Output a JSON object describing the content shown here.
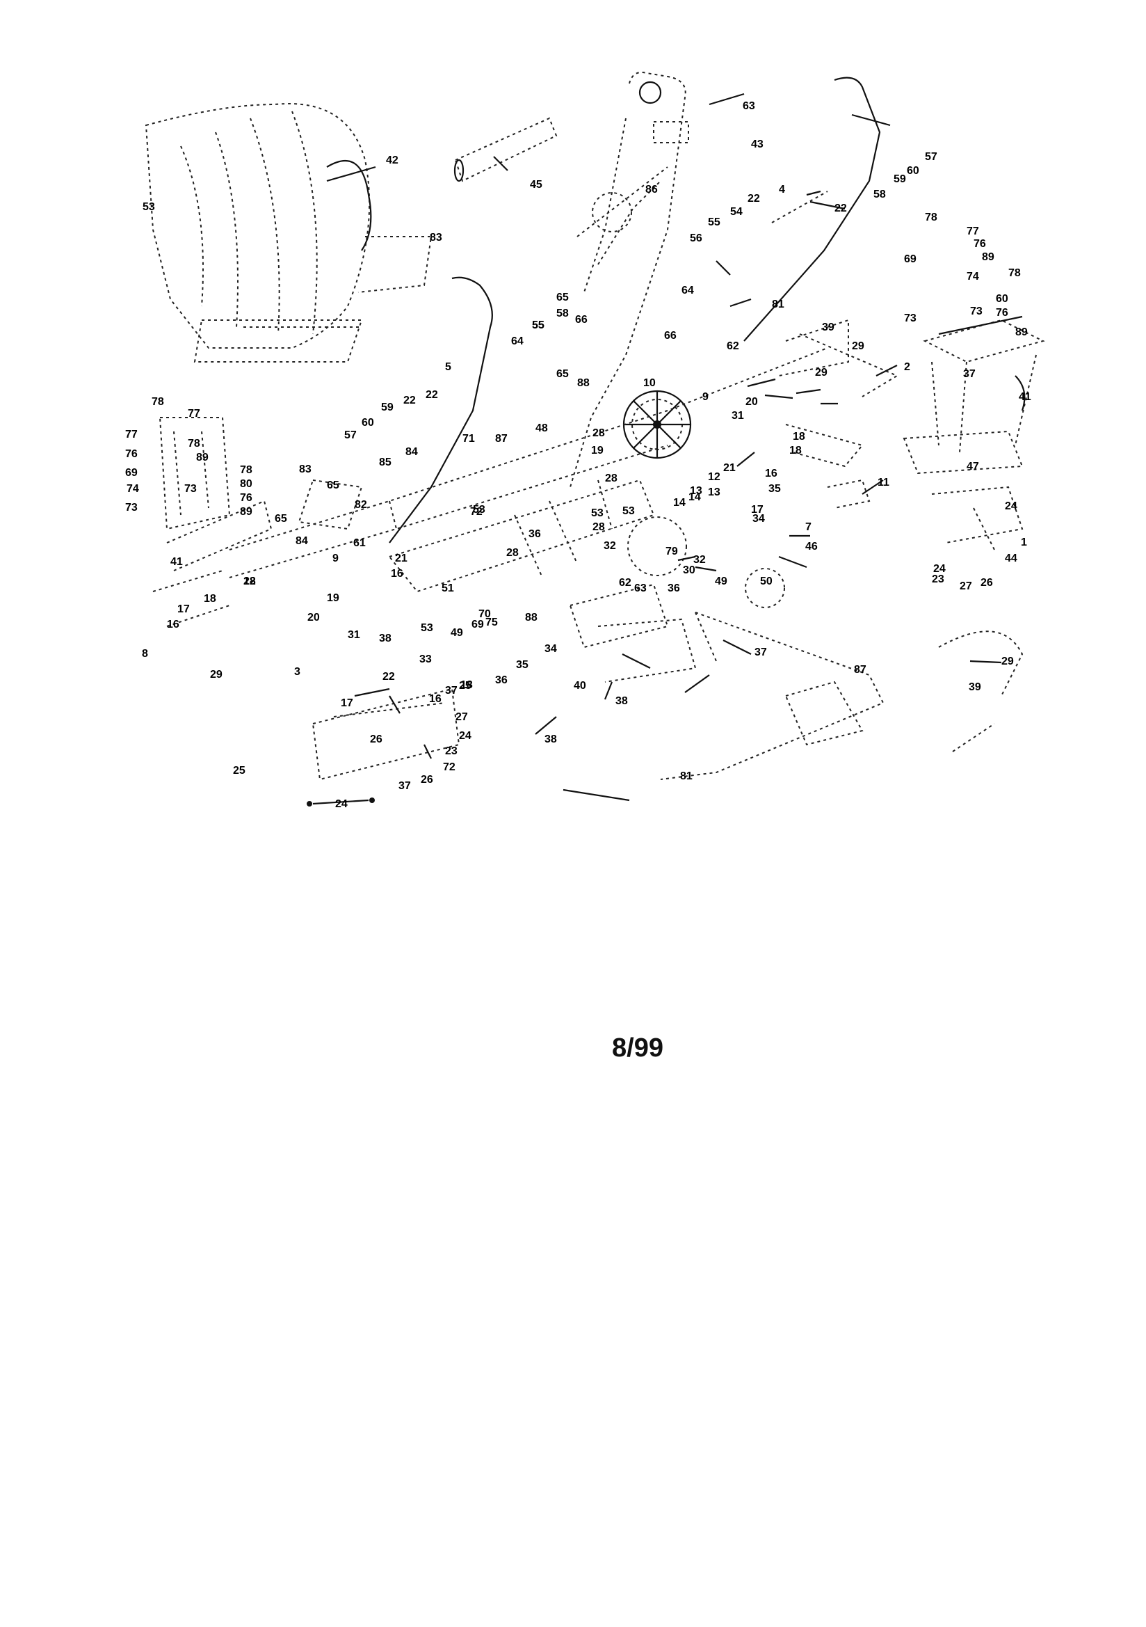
{
  "document": {
    "date": "8/99"
  },
  "diagram": {
    "callouts": [
      "63",
      "43",
      "42",
      "45",
      "86",
      "53",
      "83",
      "57",
      "60",
      "59",
      "58",
      "22",
      "4",
      "22",
      "54",
      "55",
      "56",
      "64",
      "65",
      "58",
      "55",
      "66",
      "66",
      "65",
      "88",
      "62",
      "78",
      "77",
      "76",
      "89",
      "69",
      "74",
      "78",
      "60",
      "76",
      "73",
      "73",
      "89",
      "39",
      "29",
      "29",
      "2",
      "37",
      "41",
      "81",
      "55",
      "59",
      "60",
      "57",
      "22",
      "22",
      "5",
      "64",
      "84",
      "85",
      "65",
      "83",
      "82",
      "84",
      "65",
      "71",
      "87",
      "78",
      "77",
      "77",
      "78",
      "76",
      "89",
      "69",
      "74",
      "73",
      "73",
      "78",
      "80",
      "76",
      "89",
      "41",
      "48",
      "28",
      "53",
      "10",
      "9",
      "20",
      "31",
      "19",
      "28",
      "21",
      "14",
      "13",
      "12",
      "13",
      "14",
      "18",
      "18",
      "17",
      "16",
      "35",
      "34",
      "11",
      "7",
      "46",
      "47",
      "72",
      "53",
      "36",
      "53",
      "28",
      "28",
      "32",
      "32",
      "79",
      "30",
      "36",
      "49",
      "50",
      "62",
      "63",
      "9",
      "61",
      "21",
      "16",
      "18",
      "17",
      "18",
      "16",
      "19",
      "20",
      "31",
      "51",
      "38",
      "53",
      "49",
      "69",
      "70",
      "75",
      "88",
      "33",
      "34",
      "35",
      "36",
      "40",
      "37",
      "18",
      "22",
      "22",
      "17",
      "16",
      "37",
      "25",
      "27",
      "26",
      "24",
      "23",
      "72",
      "24",
      "26",
      "37",
      "25",
      "24",
      "23",
      "27",
      "26",
      "24",
      "1",
      "44",
      "38",
      "38",
      "87",
      "81",
      "39",
      "29",
      "8",
      "29",
      "3"
    ]
  }
}
